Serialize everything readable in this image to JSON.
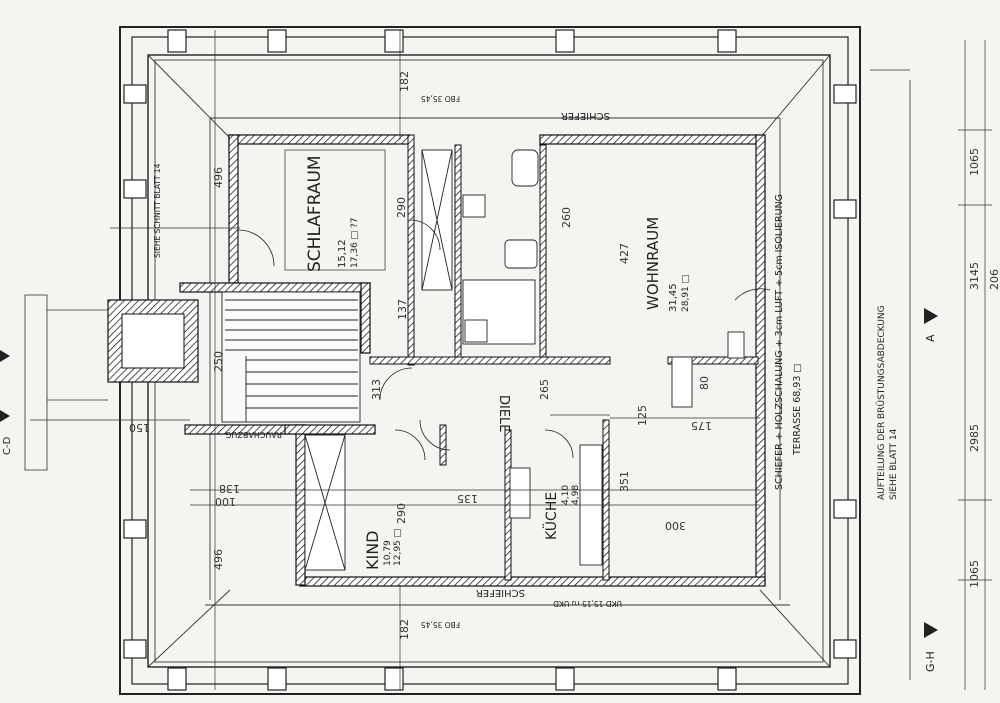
{
  "rooms": {
    "schlafraum": {
      "name": "SCHLAFRAUM",
      "area": "15,12",
      "sub": "17,36 □ ?7"
    },
    "wohnraum": {
      "name": "WOHNRAUM",
      "area": "31,45",
      "sub": "28,91 □"
    },
    "kind": {
      "name": "KIND",
      "area": "10,79",
      "sub": "12,95 □"
    },
    "kueche": {
      "name": "KÜCHE",
      "area": "4,10",
      "sub": "4,98"
    },
    "diele": {
      "name": "DIELE"
    }
  },
  "notes": {
    "schiefer_top": "SCHIEFER",
    "schiefer_bottom": "SCHIEFER",
    "insulation": "SCHIEFER + HOLZSCHALUNG + 3cm LUFT + 5cm ISOLIERUNG",
    "terrasse": "TERRASSE 68,93 □",
    "aufteilung_1": "AUFTEILUNG DER BRÜSTUNGSABDECKUNG",
    "aufteilung_2": "SIEHE BLATT 14",
    "sieheschnitt": "SIEHE SCHNITT BLATT 14",
    "rauchabzug": "RAUCHABZUG",
    "section_a": "A",
    "section_gh": "G-H",
    "section_cd": "C-D",
    "fbo_top": "FBO 35,45",
    "fbo_bottom": "FBO 35,45",
    "ukd": "UKD 15,15 ru UKD"
  },
  "dimensions": {
    "d182_top": "182",
    "d182_bottom": "182",
    "d496_top": "496",
    "d496_bottom": "496",
    "d427": "427",
    "d290_top": "290",
    "d290_bottom": "290",
    "d260": "260",
    "d137": "137",
    "d313": "313",
    "d265": "265",
    "d351": "351",
    "d300": "300",
    "d175": "175",
    "d135": "135",
    "d138": "138",
    "d100": "100",
    "d150": "150",
    "d125": "125",
    "d250": "250",
    "d80": "80",
    "d1065_top": "1065",
    "d3145": "3145",
    "d2985": "2985",
    "d1065_bottom": "1065",
    "d2061": "206"
  }
}
